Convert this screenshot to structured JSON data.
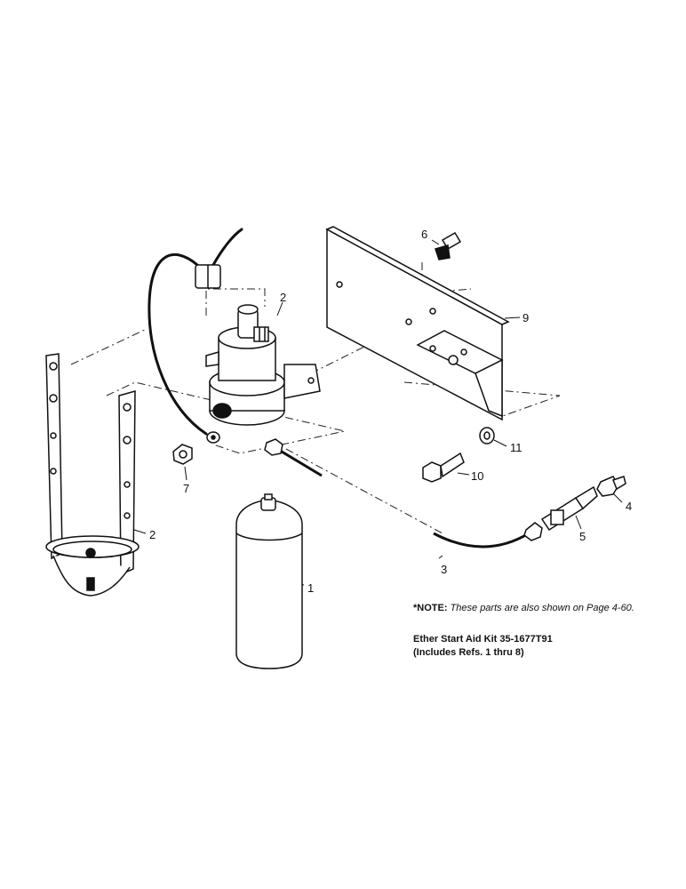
{
  "refs": {
    "r1": "1",
    "r2a": "2",
    "r2b": "2",
    "r3": "3",
    "r4": "4",
    "r5": "5",
    "r6": "6",
    "r7": "7",
    "r9": "9",
    "r10": "10",
    "r11": "11"
  },
  "note": {
    "label": "*NOTE:",
    "text": "These parts are also shown on Page 4-60."
  },
  "kit": {
    "title": "Ether Start Aid Kit 35-1677T91",
    "includes": "(Includes Refs. 1 thru 8)"
  }
}
